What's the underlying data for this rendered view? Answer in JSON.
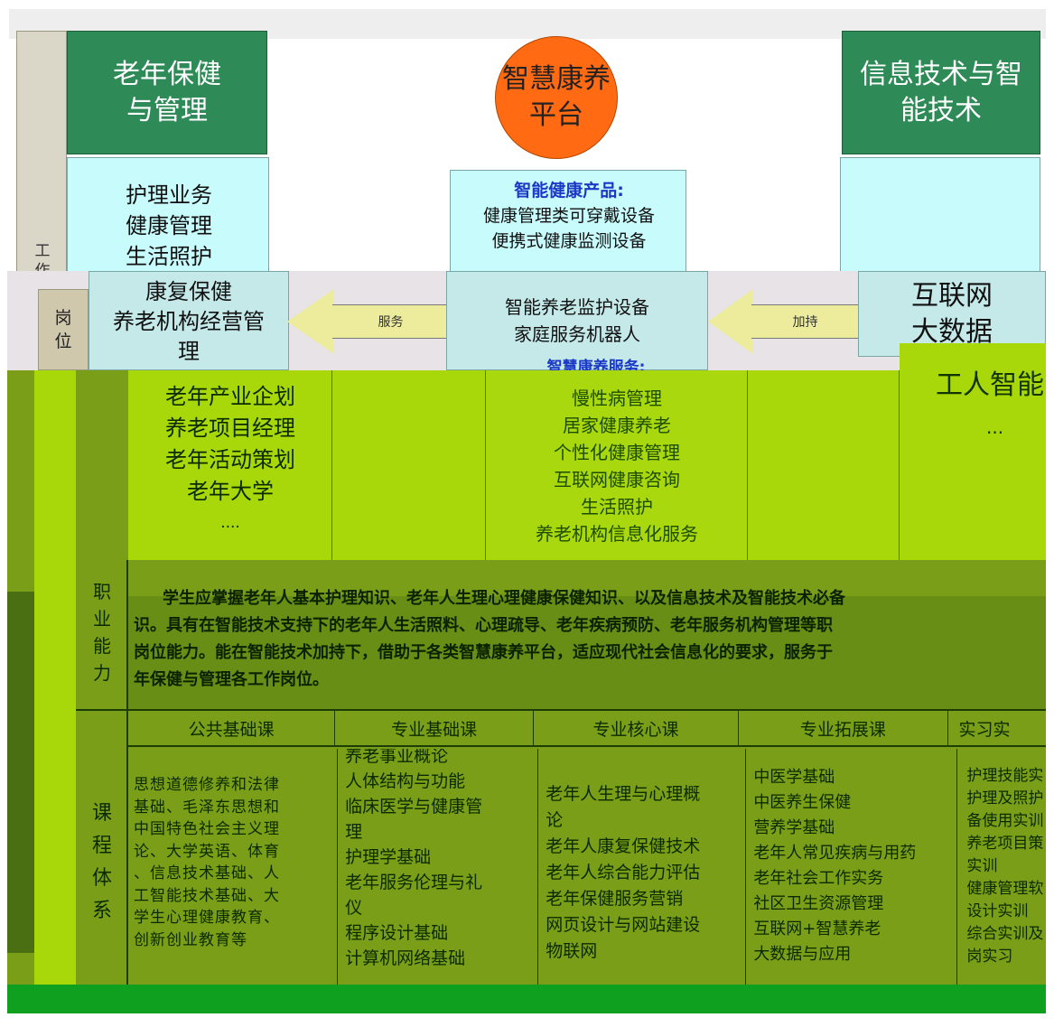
{
  "header_boxes": {
    "left_title": [
      "老年保健",
      "与管理"
    ],
    "center_title": [
      "智慧康养",
      "平台"
    ],
    "right_title": [
      "信息技术与智",
      "能技术"
    ]
  },
  "left_pillar": [
    "工",
    "作"
  ],
  "band": {
    "pillar_label": [
      "岗",
      "位"
    ],
    "left_box": [
      "康复保健",
      "养老机构经营管",
      "理"
    ],
    "center_box": [
      "智能养老监护设备",
      "家庭服务机器人"
    ],
    "right_box": [
      "互联网",
      "大数据"
    ],
    "arrow_left_label": "服务",
    "arrow_right_label": "加持"
  },
  "left_cyan_list": [
    "护理业务",
    "健康管理",
    "生活照护"
  ],
  "center_cyan": {
    "heading": "智能健康产品:",
    "items": [
      "健康管理类可穿戴设备",
      "便携式健康监测设备"
    ],
    "subheading": "智慧康养服务:"
  },
  "green_area": {
    "left_list": [
      "老年产业企划",
      "养老项目经理",
      "老年活动策划",
      "老年大学",
      "...."
    ],
    "center_list": [
      "慢性病管理",
      "居家健康养老",
      "个性化健康管理",
      "互联网健康咨询",
      "生活照护",
      "养老机构信息化服务"
    ],
    "right_list": [
      "工人智能",
      "..."
    ]
  },
  "ability": {
    "label": [
      "职",
      "业",
      "能",
      "力"
    ],
    "lines": [
      "学生应掌握老年人基本护理知识、老年人生理心理健康保健知识、以及信息技术及智能技术必备",
      "识。具有在智能技术支持下的老年人生活照料、心理疏导、老年疾病预防、老年服务机构管理等职",
      "岗位能力。能在智能技术加持下，借助于各类智慧康养平台，适应现代社会信息化的要求，服务于",
      "年保健与管理各工作岗位。"
    ]
  },
  "curriculum": {
    "label": [
      "课",
      "程",
      "体",
      "系"
    ],
    "headers": [
      "公共基础课",
      "专业基础课",
      "专业核心课",
      "专业拓展课",
      "实习实"
    ],
    "public": [
      "思想道德修养和法律",
      "基础、毛泽东思想和",
      "中国特色社会主义理",
      "论、大学英语、体育",
      "、信息技术基础、人",
      "工智能技术基础、大",
      "学生心理健康教育、",
      "创新创业教育等"
    ],
    "basic": [
      "养老事业概论",
      "人体结构与功能",
      "临床医学与健康管",
      "理",
      "护理学基础",
      "老年服务伦理与礼",
      "仪",
      "程序设计基础",
      "计算机网络基础"
    ],
    "core": [
      "老年人生理与心理概",
      "论",
      "老年人康复保健技术",
      "老年人综合能力评估",
      "老年保健服务营销",
      "网页设计与网站建设",
      "物联网"
    ],
    "ext": [
      "中医学基础",
      "中医养生保健",
      "营养学基础",
      "老年人常见疾病与用药",
      "老年社会工作实务",
      "社区卫生资源管理",
      "互联网+智慧养老",
      "大数据与应用"
    ],
    "intern": [
      "护理技能实",
      "护理及照护",
      "备使用实训",
      "养老项目策",
      "实训",
      "健康管理软",
      "设计实训",
      "综合实训及",
      "岗实习"
    ]
  },
  "colors": {
    "dark_green_header": "#2e8b57",
    "orange_circle": "#ff6a12",
    "cyan_box": "#c8fbfb",
    "lime": "#a8d80a",
    "olive": "#7a9e18",
    "dark_olive": "#4a6f12"
  }
}
